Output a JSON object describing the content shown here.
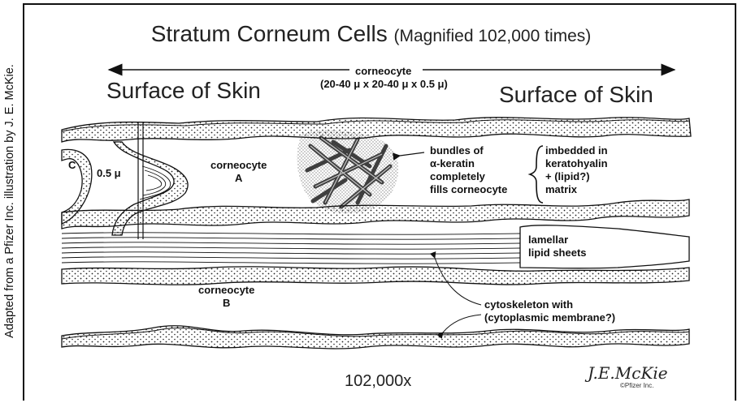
{
  "credit": "Adapted from a Pfizer Inc. illustration by J. E. McKie.",
  "title": {
    "main": "Stratum Corneum Cells ",
    "sub": "(Magnified 102,000 times)"
  },
  "surface_left": "Surface of Skin",
  "surface_right": "Surface of Skin",
  "corneocyte_label": "corneocyte",
  "dimension_label": "(20-40 μ x 20-40 μ x 0.5 μ)",
  "labels": {
    "c": "C",
    "thickness": "0.5 μ",
    "corneocyte_a_1": "corneocyte",
    "corneocyte_a_2": "A",
    "bundles": [
      "bundles of",
      "α-keratin",
      "completely",
      "fills corneocyte"
    ],
    "imbedded": [
      "imbedded in",
      "keratohyalin",
      "+ (lipid?)",
      "matrix"
    ],
    "lamellar": [
      "lamellar",
      "lipid sheets"
    ],
    "corneocyte_b_1": "corneocyte",
    "corneocyte_b_2": "B",
    "cytoskeleton": [
      "cytoskeleton with",
      "(cytoplasmic membrane?)"
    ]
  },
  "signature": "J.E.McKie",
  "copyright": "©Pfizer Inc.",
  "magnification": "102,000x"
}
